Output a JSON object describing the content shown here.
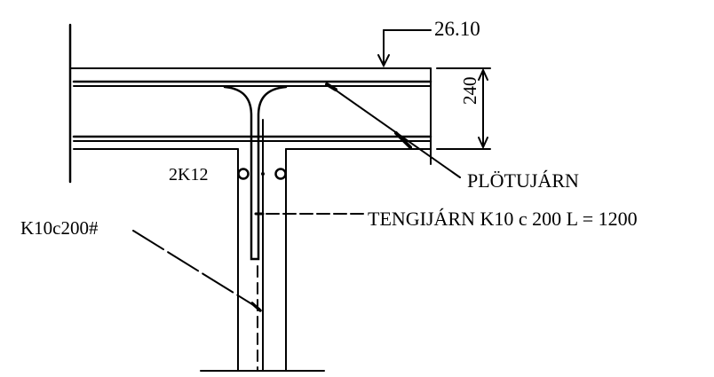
{
  "drawing": {
    "ink_color": "#000000",
    "paper_color": "#ffffff"
  },
  "labels": {
    "elevation": "26.10",
    "slab_thickness": "240",
    "slab_reinforcement": "PLÖTUJÁRN",
    "corner_bars": "2K12",
    "connection_bars": "TENGIJÁRN K10 c 200  L = 1200",
    "wall_reinforcement": "K10c200#"
  }
}
